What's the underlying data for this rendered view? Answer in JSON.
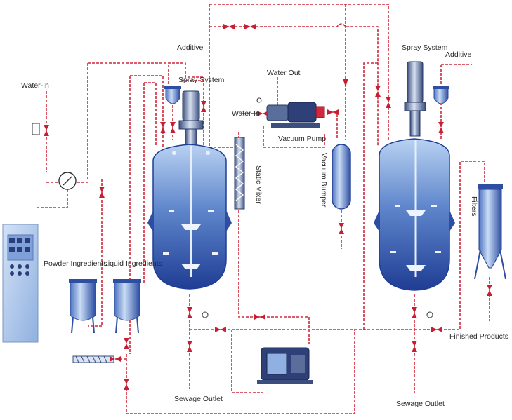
{
  "labels": {
    "additive_left": "Additive",
    "spray_system_left": "Spray System",
    "water_in_left": "Water-In",
    "water_out": "Water Out",
    "water_in_center": "Water-In",
    "vacuum_pump": "Vacuum Pump",
    "static_mixer": "Static Mixer",
    "vacuum_bumper": "Vacuum Bumper",
    "spray_system_right": "Spray System",
    "additive_right": "Additive",
    "filters": "Filters",
    "powder_ingredients": "Powder Ingredients",
    "liquid_ingredients": "Liquid Ingredients",
    "sewage_outlet_left": "Sewage Outlet",
    "sewage_outlet_right": "Sewage Outlet",
    "finished_products": "Finished Products"
  },
  "colors": {
    "pipe": "#d0283c",
    "valve": "#c81e32",
    "vessel_light": "#a9c6ee",
    "vessel_dark": "#1f3d94",
    "metal_light": "#d9e3f2",
    "metal_dark": "#3b4e7e",
    "cabinet": "#bfd3ef",
    "text": "#2a2a2a"
  }
}
